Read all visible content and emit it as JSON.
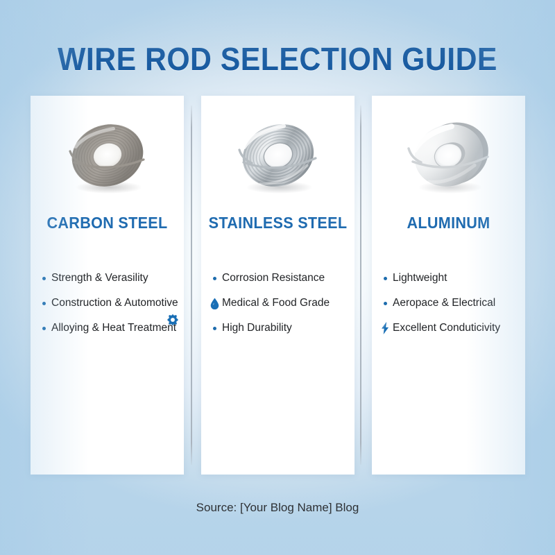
{
  "header": {
    "title": "WIRE ROD SELECTION GUIDE",
    "title_color": "#14579e"
  },
  "theme": {
    "accent_blue": "#1d6cad",
    "heading_blue": "#1f6bb0",
    "card_background": "#ffffff",
    "background_edge": "#b6d4ea",
    "background_center": "#fdfeff",
    "body_text": "#222427"
  },
  "cards": [
    {
      "id": "carbon-steel",
      "title": "CARBON STEEL",
      "image": "wire-coil-carbon-steel",
      "bullets": [
        {
          "icon": "bullet-dot",
          "text": "Strength & Verasility"
        },
        {
          "icon": "bullet-dot",
          "text": "Construction & Automotive"
        },
        {
          "icon": "bullet-dot",
          "text": "Alloying & Heat Treatment"
        }
      ],
      "overlay_icon": "gear-icon"
    },
    {
      "id": "stainless-steel",
      "title": "STAINLESS STEEL",
      "image": "wire-coil-stainless-steel",
      "bullets": [
        {
          "icon": "bullet-dot",
          "text": "Corrosion Resistance"
        },
        {
          "icon": "water-drop-icon",
          "text": "Medical & Food Grade"
        },
        {
          "icon": "bullet-dot",
          "text": "High Durability"
        }
      ]
    },
    {
      "id": "aluminum",
      "title": "ALUMINUM",
      "image": "wire-coil-aluminum",
      "bullets": [
        {
          "icon": "bullet-dot",
          "text": "Lightweight"
        },
        {
          "icon": "bullet-dot",
          "text": "Aeropace & Electrical"
        },
        {
          "icon": "lightning-bolt-icon",
          "text": "Excellent Conduticivity"
        }
      ]
    }
  ],
  "footer": {
    "source": "Source: [Your Blog Name] Blog"
  }
}
